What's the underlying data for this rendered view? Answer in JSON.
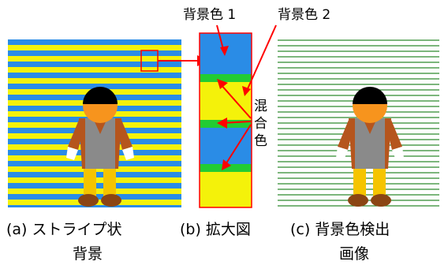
{
  "colors": {
    "blue": "#2a8ce6",
    "yellow": "#f4f20a",
    "green_mix": "#22cc33",
    "red": "#ff0000",
    "green_line": "#2e8b2e",
    "hair": "#000000",
    "face": "#f7941d",
    "vest": "#8a8a8a",
    "shirt": "#b5551d",
    "pants": "#f5c400",
    "shoes": "#8b4513"
  },
  "labels": {
    "bg_color_1": "背景色 1",
    "bg_color_2": "背景色 2",
    "mixed_color": [
      "混",
      "合",
      "色"
    ]
  },
  "captions": {
    "a_line1": "(a) ストライプ状",
    "a_line2": "背景",
    "b": "(b) 拡大図",
    "c_line1": "(c) 背景色検出",
    "c_line2": "画像"
  }
}
